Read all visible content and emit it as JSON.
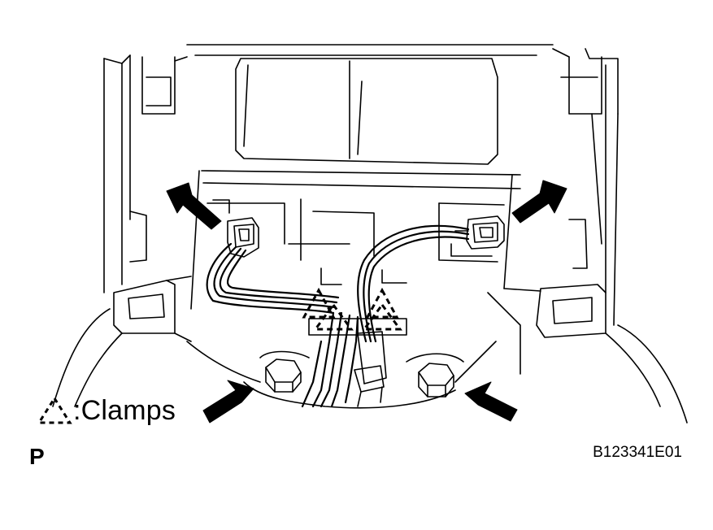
{
  "legend": {
    "symbol_icon": "dashed-triangle-icon",
    "label": ":Clamps"
  },
  "view_label": "P",
  "figure_id": "B123341E01",
  "colors": {
    "line": "#000000",
    "background": "#ffffff"
  }
}
